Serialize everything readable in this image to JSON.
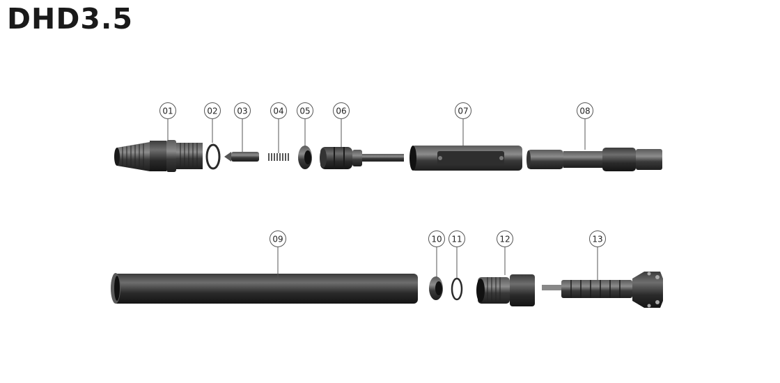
{
  "title": "DHD3.5",
  "callouts": [
    {
      "id": "01",
      "label": "01"
    },
    {
      "id": "02",
      "label": "02"
    },
    {
      "id": "03",
      "label": "03"
    },
    {
      "id": "04",
      "label": "04"
    },
    {
      "id": "05",
      "label": "05"
    },
    {
      "id": "06",
      "label": "06"
    },
    {
      "id": "07",
      "label": "07"
    },
    {
      "id": "08",
      "label": "08"
    },
    {
      "id": "09",
      "label": "09"
    },
    {
      "id": "10",
      "label": "10"
    },
    {
      "id": "11",
      "label": "11"
    },
    {
      "id": "12",
      "label": "12"
    },
    {
      "id": "13",
      "label": "13"
    }
  ],
  "colors": {
    "part_dark": "#2a2a2a",
    "part_mid": "#4a4a4a",
    "part_light": "#8a8a8a",
    "leader": "#555555"
  }
}
